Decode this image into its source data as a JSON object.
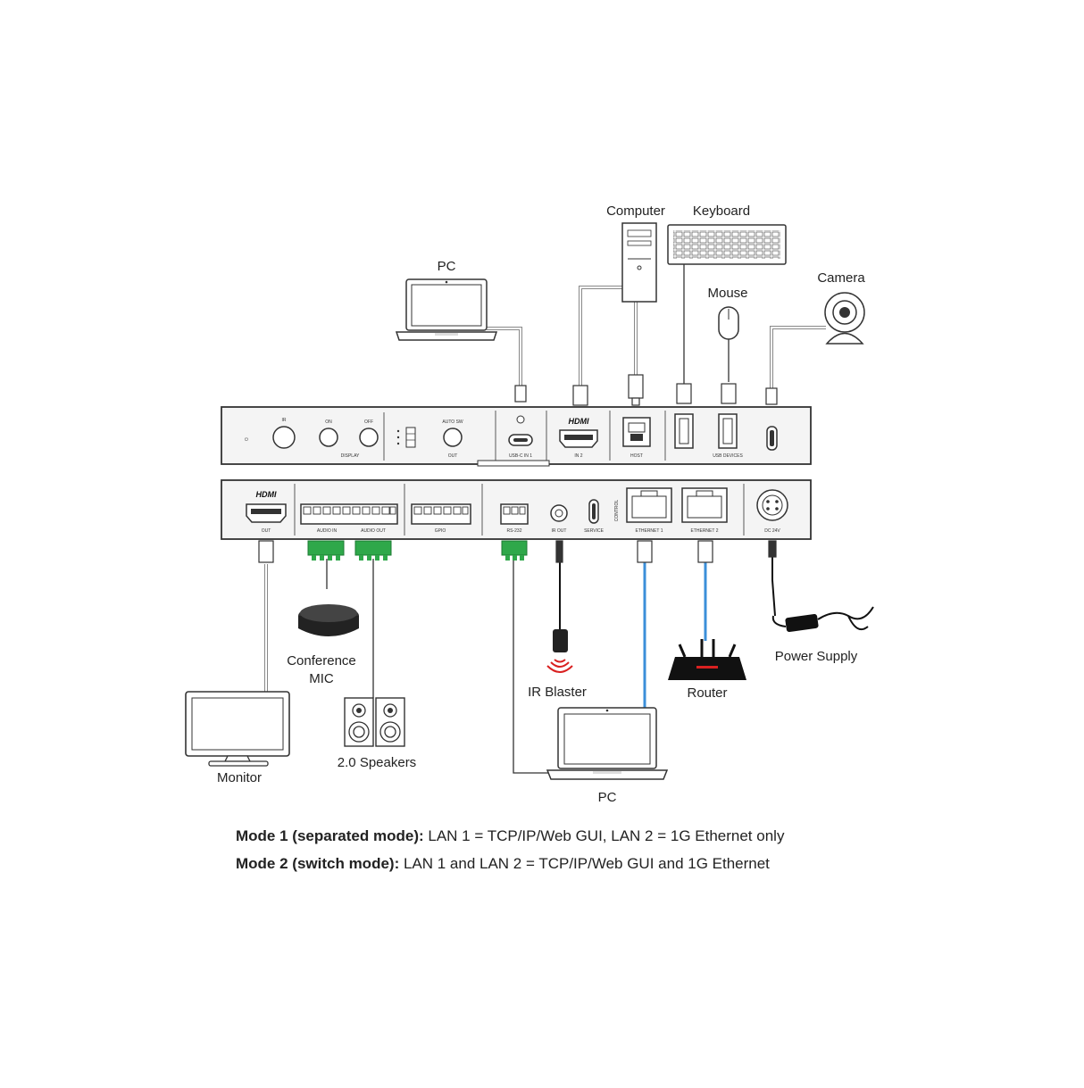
{
  "labels": {
    "pc_top": "PC",
    "computer": "Computer",
    "keyboard": "Keyboard",
    "mouse": "Mouse",
    "camera": "Camera",
    "conference_mic_1": "Conference",
    "conference_mic_2": "MIC",
    "monitor": "Monitor",
    "speakers": "2.0 Speakers",
    "ir_blaster": "IR Blaster",
    "router": "Router",
    "power_supply": "Power Supply",
    "pc_bottom": "PC"
  },
  "front_panel": {
    "ports": {
      "ir": "IR",
      "on": "ON",
      "off": "OFF",
      "display": "DISPLAY",
      "auto_sw": "AUTO SW",
      "out": "OUT",
      "usbc_in1": "USB-C IN 1",
      "hdmi_in2": "IN 2",
      "host": "HOST",
      "usb_devices": "USB DEVICES"
    },
    "hdmi_logo": "HDMI"
  },
  "rear_panel": {
    "ports": {
      "hdmi_out": "OUT",
      "audio_in": "AUDIO IN",
      "audio_out": "AUDIO OUT",
      "gpio": "GPIO",
      "rs232": "RS-232",
      "ir_out": "IR OUT",
      "service": "SERVICE",
      "control": "CONTROL",
      "ethernet1": "ETHERNET 1",
      "ethernet2": "ETHERNET 2",
      "dc24v": "DC 24V"
    },
    "hdmi_logo": "HDMI"
  },
  "modes": [
    {
      "title": "Mode 1 (separated mode):",
      "text": " LAN 1 = TCP/IP/Web GUI, LAN 2 = 1G Ethernet only"
    },
    {
      "title": "Mode 2 (switch mode):",
      "text": " LAN 1 and LAN 2 = TCP/IP/Web GUI and 1G Ethernet"
    }
  ],
  "colors": {
    "connector_green": "#2fa84a",
    "network_blue": "#3b8fd9",
    "panel_fill": "#f4f4f4",
    "line": "#333333",
    "ir_red": "#d92020"
  }
}
